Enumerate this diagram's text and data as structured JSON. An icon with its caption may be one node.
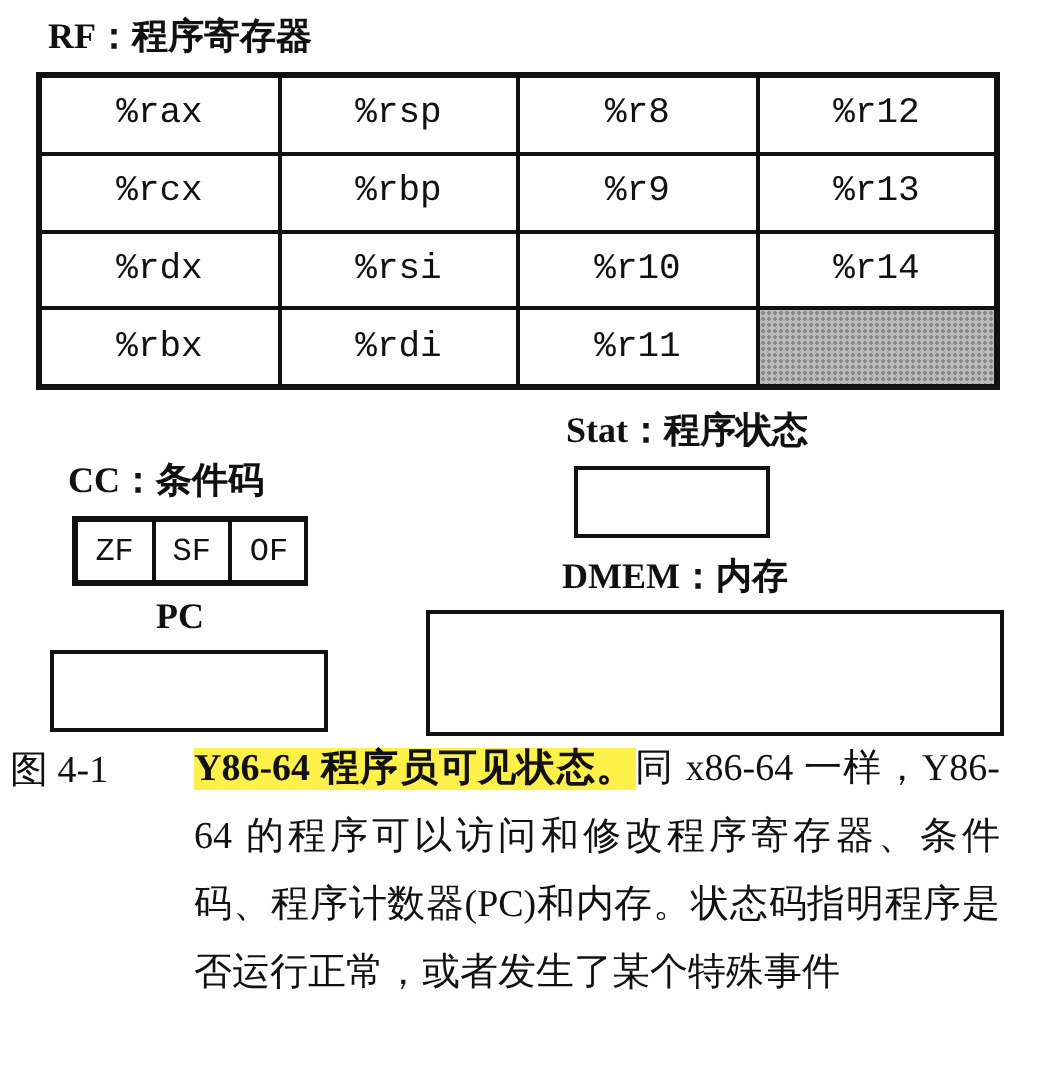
{
  "diagram": {
    "caption": "**Y86-64 程序员可见状态。**同 x86-64 一样，Y86-64 的程序可以访问和修改程序寄存器、条件码、程序计数器(PC)和内存。状态码指明程序是否运行正常，或者发生了某个特殊事件",
    "nodes": [
      {
        "text": [
          "RF：程序寄存器"
        ]
      },
      {
        "text": [
          "Stat：程序状态"
        ]
      },
      {
        "text": [
          "CC：条件码"
        ]
      },
      {
        "text": [
          "DMEM：内存"
        ]
      },
      {
        "text": [
          "PC"
        ]
      }
    ],
    "labels": [
      "%rax",
      "%rsp",
      "%r8",
      "%r12",
      "%rcx",
      "%rbp",
      "%r9",
      "%r13",
      "%rdx",
      "%rsi",
      "%r10",
      "%r14",
      "%rbx",
      "%rdi",
      "%r11",
      "ZF",
      "SF",
      "OF",
      "图 4-1"
    ]
  }
}
